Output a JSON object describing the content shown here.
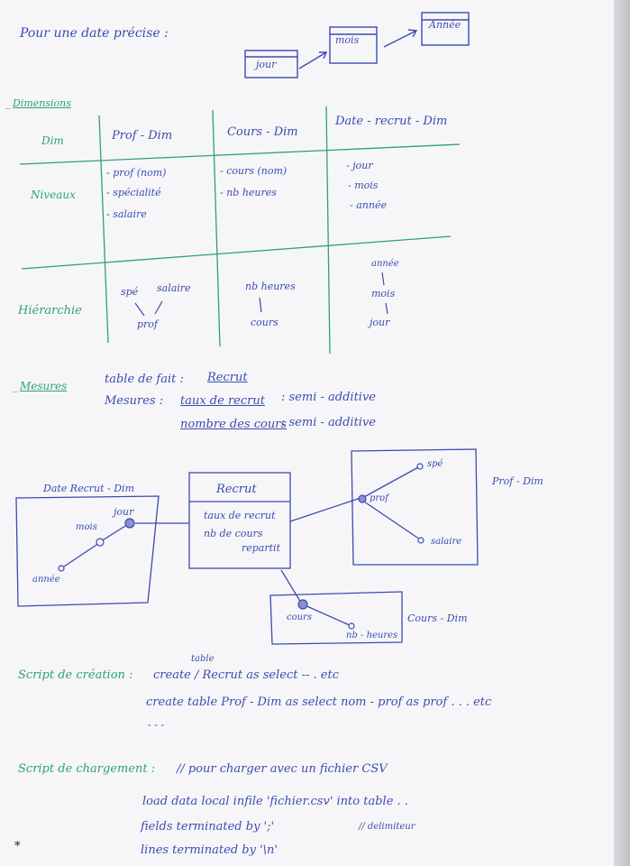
{
  "intro": {
    "text": "Pour une date précise :",
    "boxes": [
      "jour",
      "mois",
      "Année"
    ]
  },
  "dimensions": {
    "heading": "Dimensions",
    "table": {
      "corner": "Dim",
      "columns": [
        "Prof - Dim",
        "Cours - Dim",
        "Date - recrut - Dim"
      ],
      "niveaux_label": "Niveaux",
      "niveaux": {
        "prof": [
          "- prof (nom)",
          "- spécialité",
          "- salaire"
        ],
        "cours": [
          "- cours (nom)",
          "- nb heures"
        ],
        "date": [
          "- jour",
          "- mois",
          "- année"
        ]
      },
      "hierarchie_label": "Hiérarchie",
      "hierarchie": {
        "prof": {
          "top_left": "spé",
          "top_right": "salaire",
          "bottom": "prof"
        },
        "cours": {
          "top": "nb heures",
          "bottom": "cours"
        },
        "date": {
          "top": "année",
          "middle": "mois",
          "bottom": "jour"
        }
      }
    }
  },
  "mesures": {
    "heading": "Mesures",
    "table_label": "table de fait :",
    "fact_table": "Recrut",
    "label": "Mesures :",
    "items": [
      {
        "name": "taux de recrut",
        "kind": ": semi - additive"
      },
      {
        "name": "nombre des cours",
        "kind": ": semi - additive"
      }
    ]
  },
  "schema": {
    "date_dim": {
      "title": "Date Recrut - Dim",
      "nodes": [
        "jour",
        "mois",
        "année"
      ]
    },
    "fact": {
      "title": "Recrut",
      "lines": [
        "taux de recrut",
        "nb de cours",
        "repartit"
      ]
    },
    "prof_dim": {
      "title": "Prof - Dim",
      "nodes": [
        "prof",
        "spé",
        "salaire"
      ]
    },
    "cours_dim": {
      "title": "Cours - Dim",
      "nodes": [
        "cours",
        "nb - heures"
      ]
    }
  },
  "script_creation": {
    "label": "Script de création :",
    "superscript": "table",
    "line1": "create / Recrut as select -- . etc",
    "line2": "create table Prof - Dim as select nom - prof as prof . . . etc",
    "line3": "- - -"
  },
  "script_chargement": {
    "label": "Script de chargement :",
    "comment": "// pour charger avec un fichier CSV",
    "line1": "load data local infile 'fichier.csv' into table . .",
    "line2": "fields terminated by ';'",
    "line2_comment": "// delimiteur",
    "line3": "lines terminated by '\\n'"
  },
  "colors": {
    "ink_blue": "#3b4bb0",
    "ink_green": "#2ea36d",
    "paper": "#f6f6f8"
  }
}
